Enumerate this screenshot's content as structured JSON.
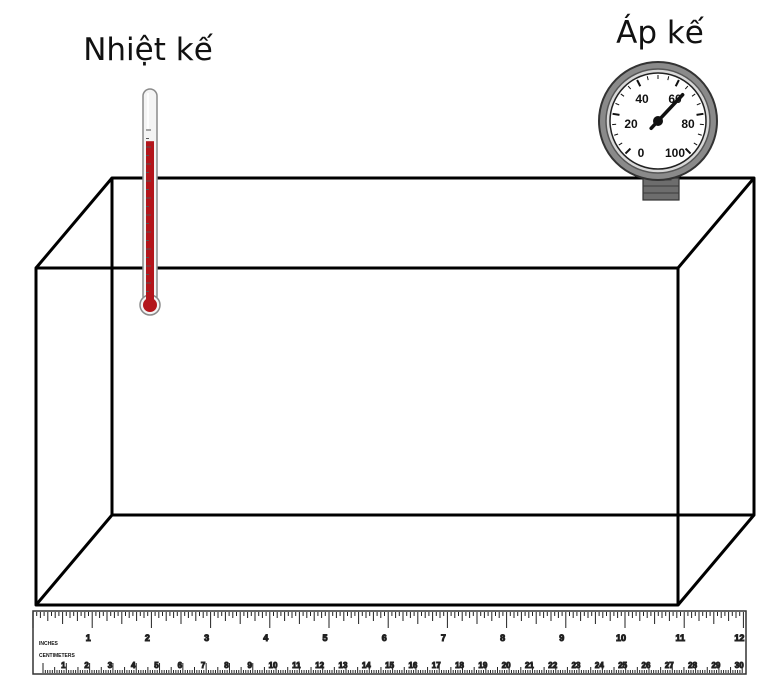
{
  "labels": {
    "thermometer": "Nhiệt kế",
    "pressure_gauge": "Áp kế"
  },
  "gauge": {
    "scale": [
      "0",
      "20",
      "40",
      "60",
      "80",
      "100"
    ],
    "reading": 66
  },
  "thermometer": {
    "fill_level": 0.78,
    "liquid_color": "#b3151b"
  },
  "ruler": {
    "inches_label": "INCHES",
    "centimeters_label": "CENTIMETERS",
    "inch_numbers": [
      "1",
      "2",
      "3",
      "4",
      "5",
      "6",
      "7",
      "8",
      "9",
      "10",
      "11",
      "12"
    ],
    "cm_numbers": [
      "1",
      "2",
      "3",
      "4",
      "5",
      "6",
      "7",
      "8",
      "9",
      "10",
      "11",
      "12",
      "13",
      "14",
      "15",
      "16",
      "17",
      "18",
      "19",
      "20",
      "21",
      "22",
      "23",
      "24",
      "25",
      "26",
      "27",
      "28",
      "29",
      "30"
    ]
  },
  "colors": {
    "box_line": "#000000",
    "gauge_rim": "#8a8a8a",
    "ruler_border": "#333333"
  }
}
